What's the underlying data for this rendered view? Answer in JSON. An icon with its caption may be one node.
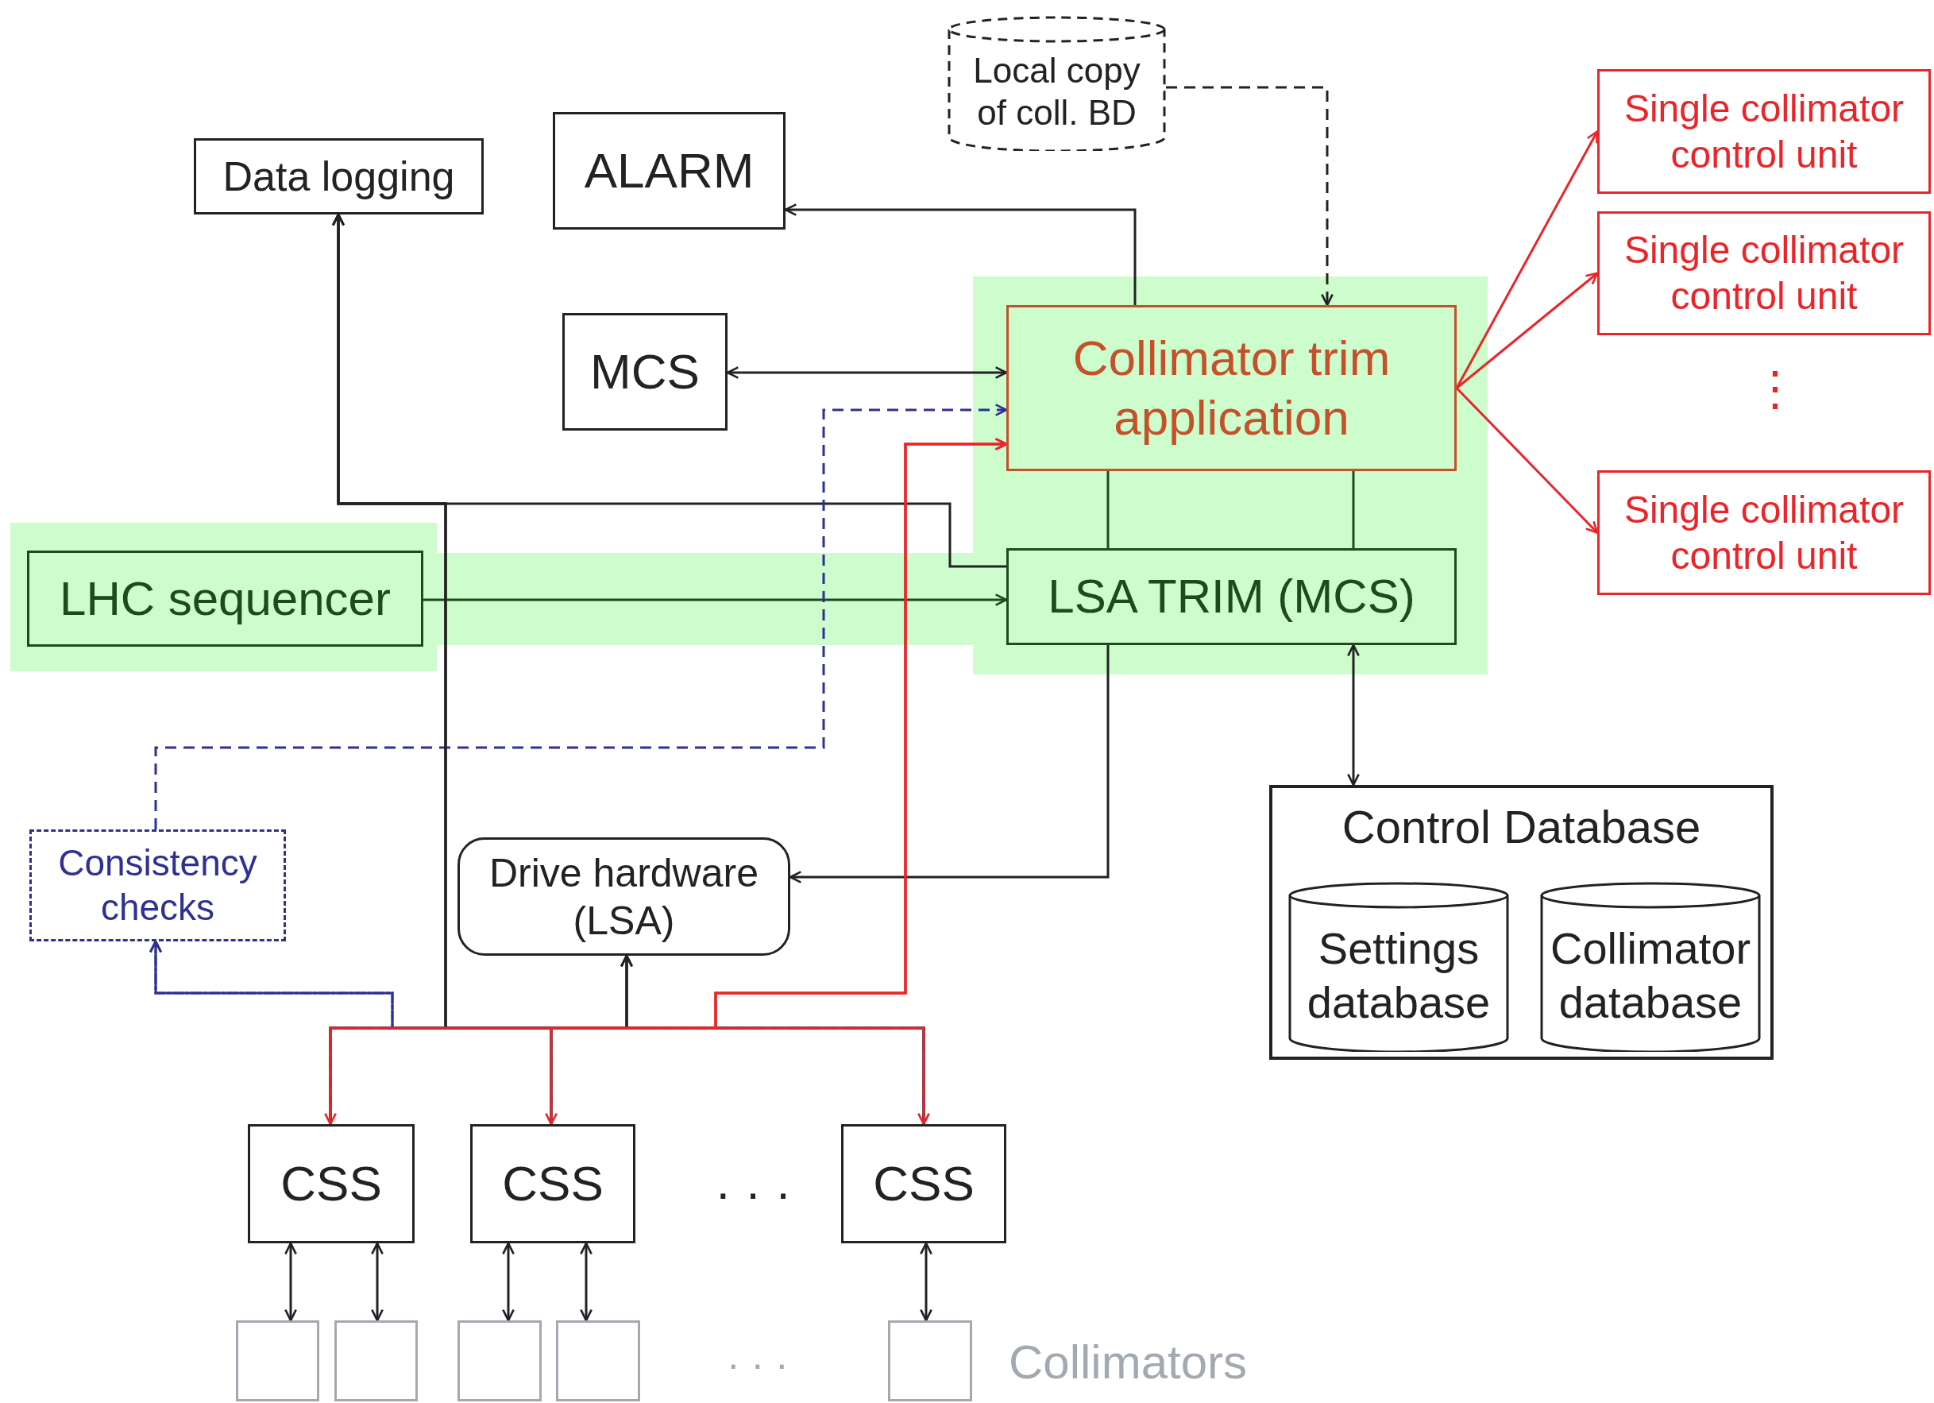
{
  "diagram": {
    "nodes": [
      {
        "text": [
          "Local copy of coll. BD"
        ]
      },
      {
        "text": [
          "Data logging"
        ]
      },
      {
        "text": [
          "ALARM"
        ]
      },
      {
        "text": [
          "Single collimator control unit"
        ]
      },
      {
        "text": [
          "Single collimator control unit"
        ]
      },
      {
        "text": [
          "MCS"
        ]
      },
      {
        "text": [
          "Collimator trim application"
        ]
      },
      {
        "text": [
          "Single collimator control unit"
        ]
      },
      {
        "text": [
          "LHC sequencer"
        ]
      },
      {
        "text": [
          "LSA TRIM (MCS)"
        ]
      },
      {
        "text": [
          "Consistency checks"
        ]
      },
      {
        "text": [
          "Drive hardware (LSA)"
        ]
      },
      {
        "text": [
          "Control Database"
        ]
      },
      {
        "text": [
          "Settings database"
        ],
        "in": 12
      },
      {
        "text": [
          "Collimator database"
        ],
        "in": 12
      },
      {
        "text": [
          "CSS"
        ]
      },
      {
        "text": [
          "CSS"
        ]
      },
      {
        "text": [
          "CSS"
        ]
      },
      {
        "text": [],
        "shape": "box"
      },
      {
        "text": [],
        "shape": "box"
      },
      {
        "text": [],
        "shape": "box"
      },
      {
        "text": [],
        "shape": "box"
      },
      {
        "text": [],
        "shape": "box"
      }
    ],
    "edges": [
      {
        "from": 0,
        "to": 6,
        "arrow": "to",
        "style": "dashed"
      },
      {
        "from": 6,
        "to": 2,
        "arrow": "to"
      },
      {
        "from": 5,
        "to": 6,
        "arrow": "both"
      },
      {
        "from": 6,
        "to": 3,
        "arrow": "to",
        "color": "#e8262a"
      },
      {
        "from": 6,
        "to": 4,
        "arrow": "to",
        "color": "#e8262a"
      },
      {
        "from": 6,
        "to": 7,
        "arrow": "to",
        "color": "#e8262a"
      },
      {
        "from": 8,
        "to": 9,
        "arrow": "to",
        "color": "#1f4a1f"
      },
      {
        "from": 9,
        "to": 1,
        "arrow": "to"
      },
      {
        "from": 6,
        "to": 9,
        "arrow": "none",
        "color": "#1f4a1f"
      },
      {
        "from": 6,
        "to": 9,
        "arrow": "none",
        "color": "#1f4a1f"
      },
      {
        "from": 9,
        "to": 12,
        "arrow": "both"
      },
      {
        "from": 9,
        "to": 11,
        "arrow": "to"
      },
      {
        "from": 10,
        "to": 6,
        "arrow": "to",
        "style": "dashed",
        "color": "#2e3192"
      },
      {
        "from": 6,
        "to": 15,
        "arrow": "both",
        "color": "#e8262a"
      },
      {
        "from": 6,
        "to": 16,
        "arrow": "both",
        "color": "#e8262a"
      },
      {
        "from": 6,
        "to": 17,
        "arrow": "both",
        "color": "#e8262a"
      },
      {
        "from": 15,
        "to": 1,
        "arrow": "to"
      },
      {
        "from": 16,
        "to": 1,
        "arrow": "to"
      },
      {
        "from": 17,
        "to": 1,
        "arrow": "to"
      },
      {
        "from": 15,
        "to": 11,
        "arrow": "to"
      },
      {
        "from": 16,
        "to": 11,
        "arrow": "to"
      },
      {
        "from": 17,
        "to": 11,
        "arrow": "to"
      },
      {
        "from": 15,
        "to": 10,
        "arrow": "to",
        "style": "dashed",
        "color": "#2e3192"
      },
      {
        "from": 16,
        "to": 10,
        "arrow": "to",
        "style": "dashed",
        "color": "#2e3192"
      },
      {
        "from": 17,
        "to": 10,
        "arrow": "to",
        "style": "dashed",
        "color": "#2e3192"
      },
      {
        "from": 15,
        "to": 18,
        "arrow": "both"
      },
      {
        "from": 15,
        "to": 19,
        "arrow": "both"
      },
      {
        "from": 16,
        "to": 20,
        "arrow": "both"
      },
      {
        "from": 16,
        "to": 21,
        "arrow": "both"
      },
      {
        "from": 17,
        "to": 22,
        "arrow": "both"
      }
    ],
    "labels": [
      "⋮",
      "· · ·",
      "· · ·",
      "Collimators"
    ]
  }
}
